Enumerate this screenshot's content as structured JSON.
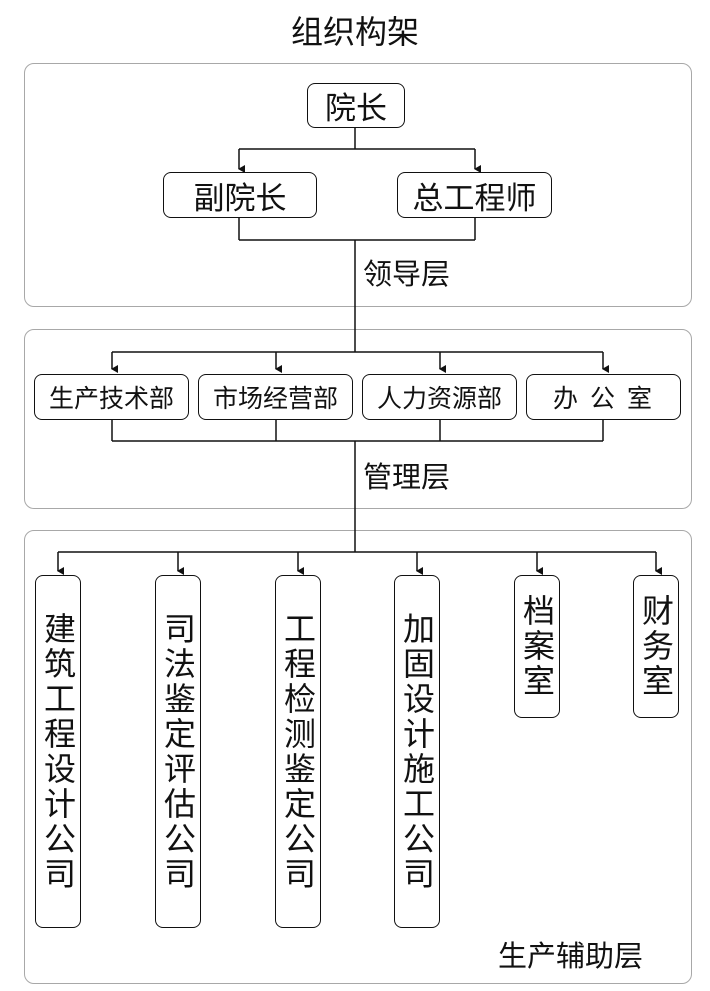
{
  "title": "组织构架",
  "colors": {
    "line": "#111111",
    "node_border": "#111111",
    "panel_border": "#a8a8a8",
    "background": "#ffffff"
  },
  "layers": {
    "leadership": {
      "label": "领导层",
      "top": "院长",
      "second": [
        "副院长",
        "总工程师"
      ]
    },
    "management": {
      "label": "管理层",
      "departments": [
        "生产技术部",
        "市场经营部",
        "人力资源部",
        "办 公 室"
      ]
    },
    "production": {
      "label": "生产辅助层",
      "units": [
        "建筑工程设计公司",
        "司法鉴定评估公司",
        "工程检测鉴定公司",
        "加固设计施工公司",
        "档案室",
        "财务室"
      ]
    }
  }
}
